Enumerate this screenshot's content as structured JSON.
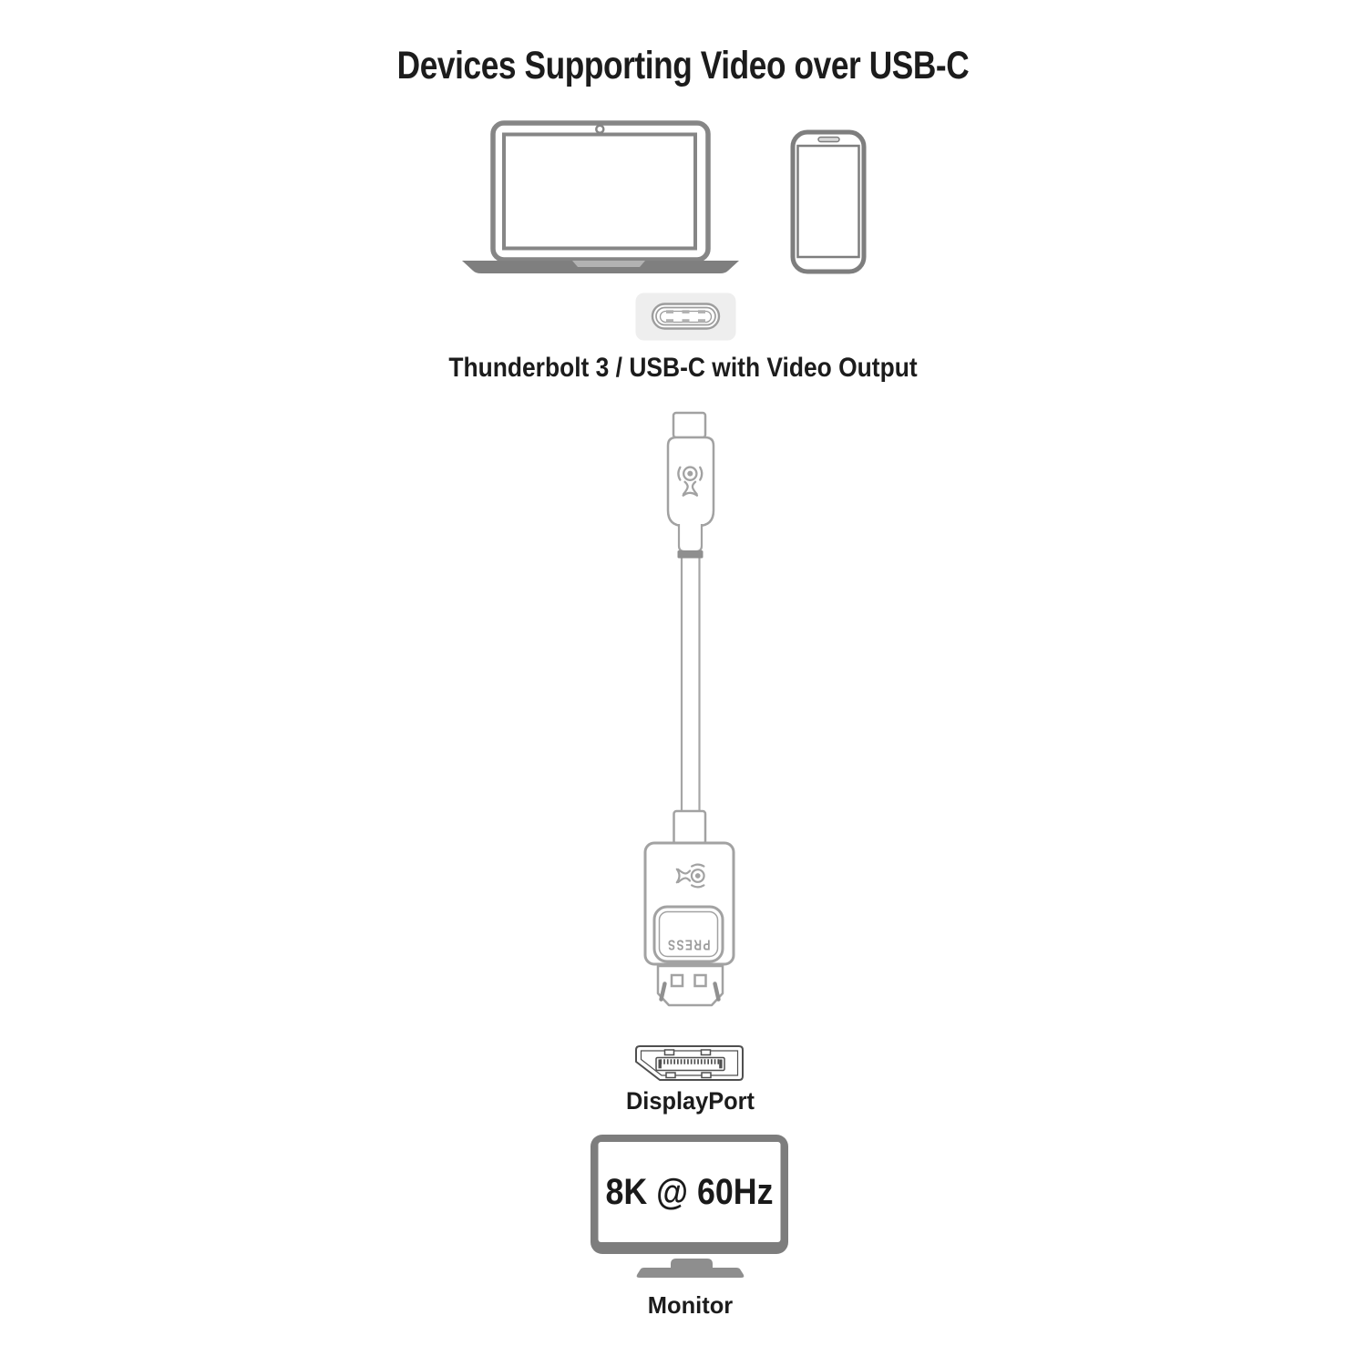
{
  "title": "Devices Supporting Video over USB-C",
  "source": {
    "label": "Thunderbolt 3 / USB-C with Video Output"
  },
  "adapter": {
    "press_label": "PRESS"
  },
  "output": {
    "port_label": "DisplayPort",
    "screen_text": "8K @ 60Hz",
    "monitor_label": "Monitor"
  },
  "colors": {
    "text": "#1c1c1c",
    "device_outline": "#858585",
    "device_base_fill": "#7f7f7f",
    "cable_outline": "#a2a2a2",
    "connector_collar": "#8f8f8f",
    "port_background": "#eeeeee",
    "port_outline": "#9d9d9d",
    "displayport_outline": "#4f4f4f",
    "monitor_fill": "#7d7d7d",
    "stand_fill": "#8e8e8e",
    "press_text": "#9c9c9c"
  }
}
